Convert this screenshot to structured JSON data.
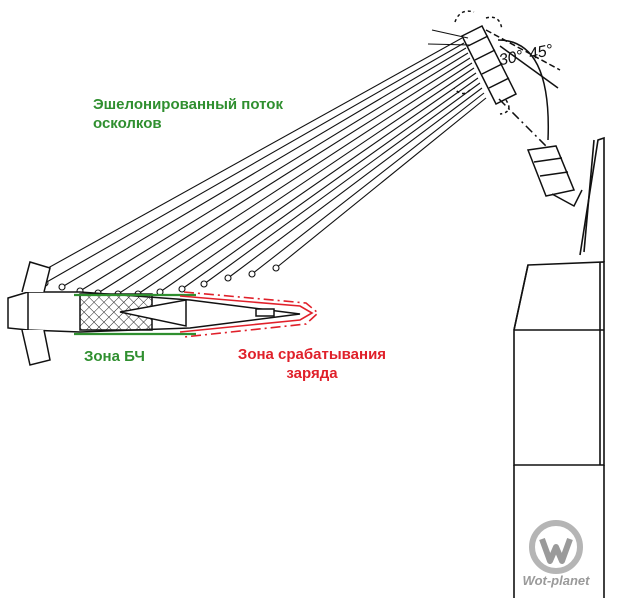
{
  "labels": {
    "fragment_stream_line1": "Эшелонированный поток",
    "fragment_stream_line2": "осколков",
    "warhead_zone": "Зона БЧ",
    "fuze_zone_line1": "Зона срабатывания",
    "fuze_zone_line2": "заряда"
  },
  "angles": {
    "a1": "30°",
    "a2": "45°"
  },
  "watermark": {
    "text": "Wot-planet"
  },
  "colors": {
    "green_label": "#2f8f2f",
    "red_label": "#e0202a",
    "line": "#111111"
  }
}
